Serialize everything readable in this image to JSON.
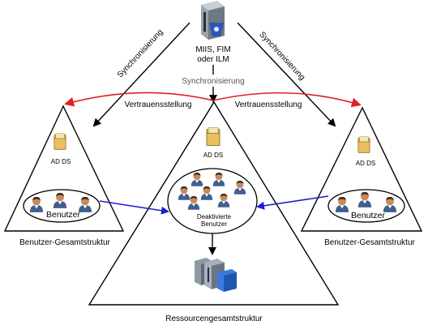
{
  "server": {
    "line1": "MIIS, FIM",
    "line2": "oder ILM",
    "icon": "server-icon"
  },
  "sync_label_center": "Synchronisierung",
  "sync_label_left": "Synchronisierung",
  "sync_label_right": "Synchronisierung",
  "trust_label_left": "Vertrauensstellung",
  "trust_label_right": "Vertrauensstellung",
  "left_forest": {
    "adds_label": "AD DS",
    "users_label": "Benutzer",
    "caption": "Benutzer-Gesamtstruktur"
  },
  "right_forest": {
    "adds_label": "AD DS",
    "users_label": "Benutzer",
    "caption": "Benutzer-Gesamtstruktur"
  },
  "resource_forest": {
    "adds_label": "AD DS",
    "disabled_line1": "Deaktivierte",
    "disabled_line2": "Benutzer",
    "caption": "Ressourcengesamtstruktur"
  },
  "colors": {
    "trust_arrow": "#e02020",
    "user_link_arrow": "#1a1ad0",
    "sync_arrow": "#000000"
  }
}
